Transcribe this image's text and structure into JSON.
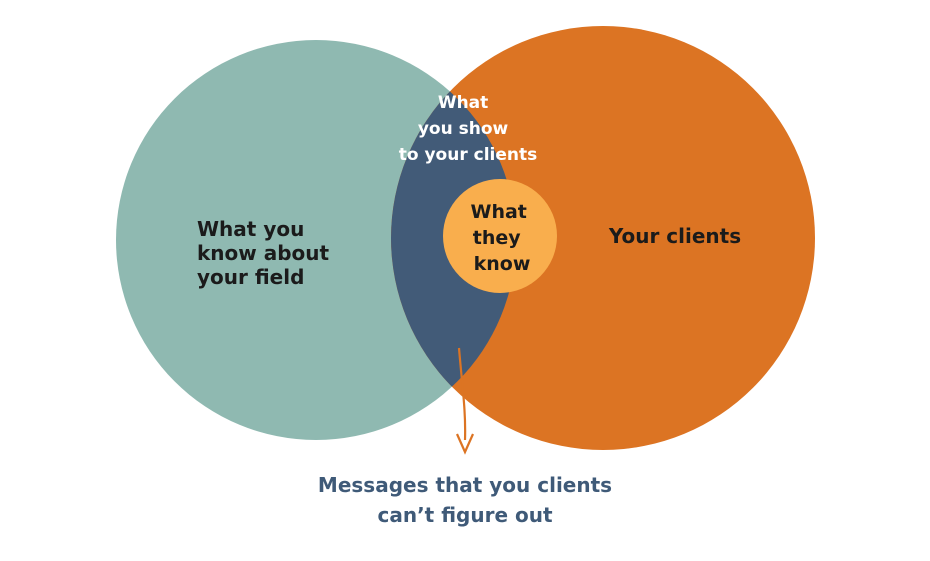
{
  "colors": {
    "left_circle": "#8fb9b1",
    "right_circle": "#dc7423",
    "overlap": "#425b78",
    "center_circle": "#f9ae4d",
    "arrow": "#dc7423",
    "caption_text": "#3f5a78"
  },
  "labels": {
    "left_circle": [
      "What you",
      "know about",
      "your field"
    ],
    "right_circle": [
      "Your clients"
    ],
    "overlap": [
      "What",
      "you show",
      "to your clients"
    ],
    "center": [
      "What",
      "they",
      "know"
    ]
  },
  "caption": [
    "Messages that you clients",
    "can’t figure out"
  ]
}
